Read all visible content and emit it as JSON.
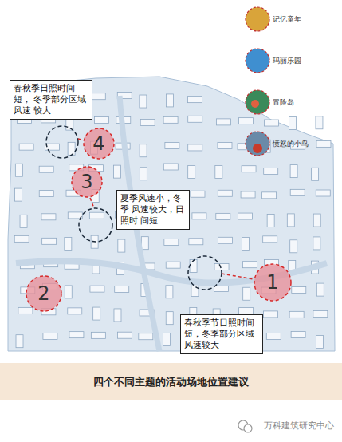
{
  "diagram": {
    "title": "四个不同主题的活动场地位置建议",
    "nodes": [
      {
        "text": [
          "春秋季日照时间短， 冬季部分区域风速 较大"
        ]
      },
      {
        "text": [
          "4"
        ]
      },
      {
        "text": [
          "3"
        ]
      },
      {
        "text": [
          "夏季风速小，冬季 风速较大，日照时 间短"
        ]
      },
      {
        "text": [
          "2"
        ]
      },
      {
        "text": [
          "1"
        ]
      },
      {
        "text": [
          "春秋季节日照时间 短，冬季部分区域 风速较大"
        ]
      }
    ],
    "labels": [
      "万科建筑研究中心"
    ],
    "legend": [
      {
        "text": "记忆童年"
      },
      {
        "text": "玛丽乐园"
      },
      {
        "text": "冒险岛"
      },
      {
        "text": "愤怒的小鸟"
      }
    ]
  }
}
